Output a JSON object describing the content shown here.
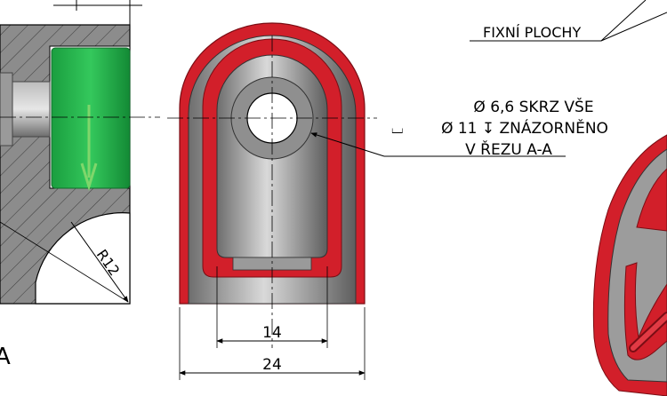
{
  "annotations": {
    "fixed_faces": "FIXNÍ PLOCHY",
    "hole_line1": "Ø 6,6 SKRZ VŠE",
    "hole_counterbore_symbol": "⌴",
    "hole_line2": "Ø 11 ↧ ZNÁZORNĚNO",
    "hole_line3": "V ŘEZU A-A",
    "section_letter": "A"
  },
  "dimensions": {
    "radius": "R12",
    "inner_width": "14",
    "outer_width": "24"
  },
  "colors": {
    "fillet_red": "#d21f2a",
    "body_grey": "#a9a9a9",
    "fixture_green": "#22b24c",
    "arrow_green": "#7fd66b"
  }
}
